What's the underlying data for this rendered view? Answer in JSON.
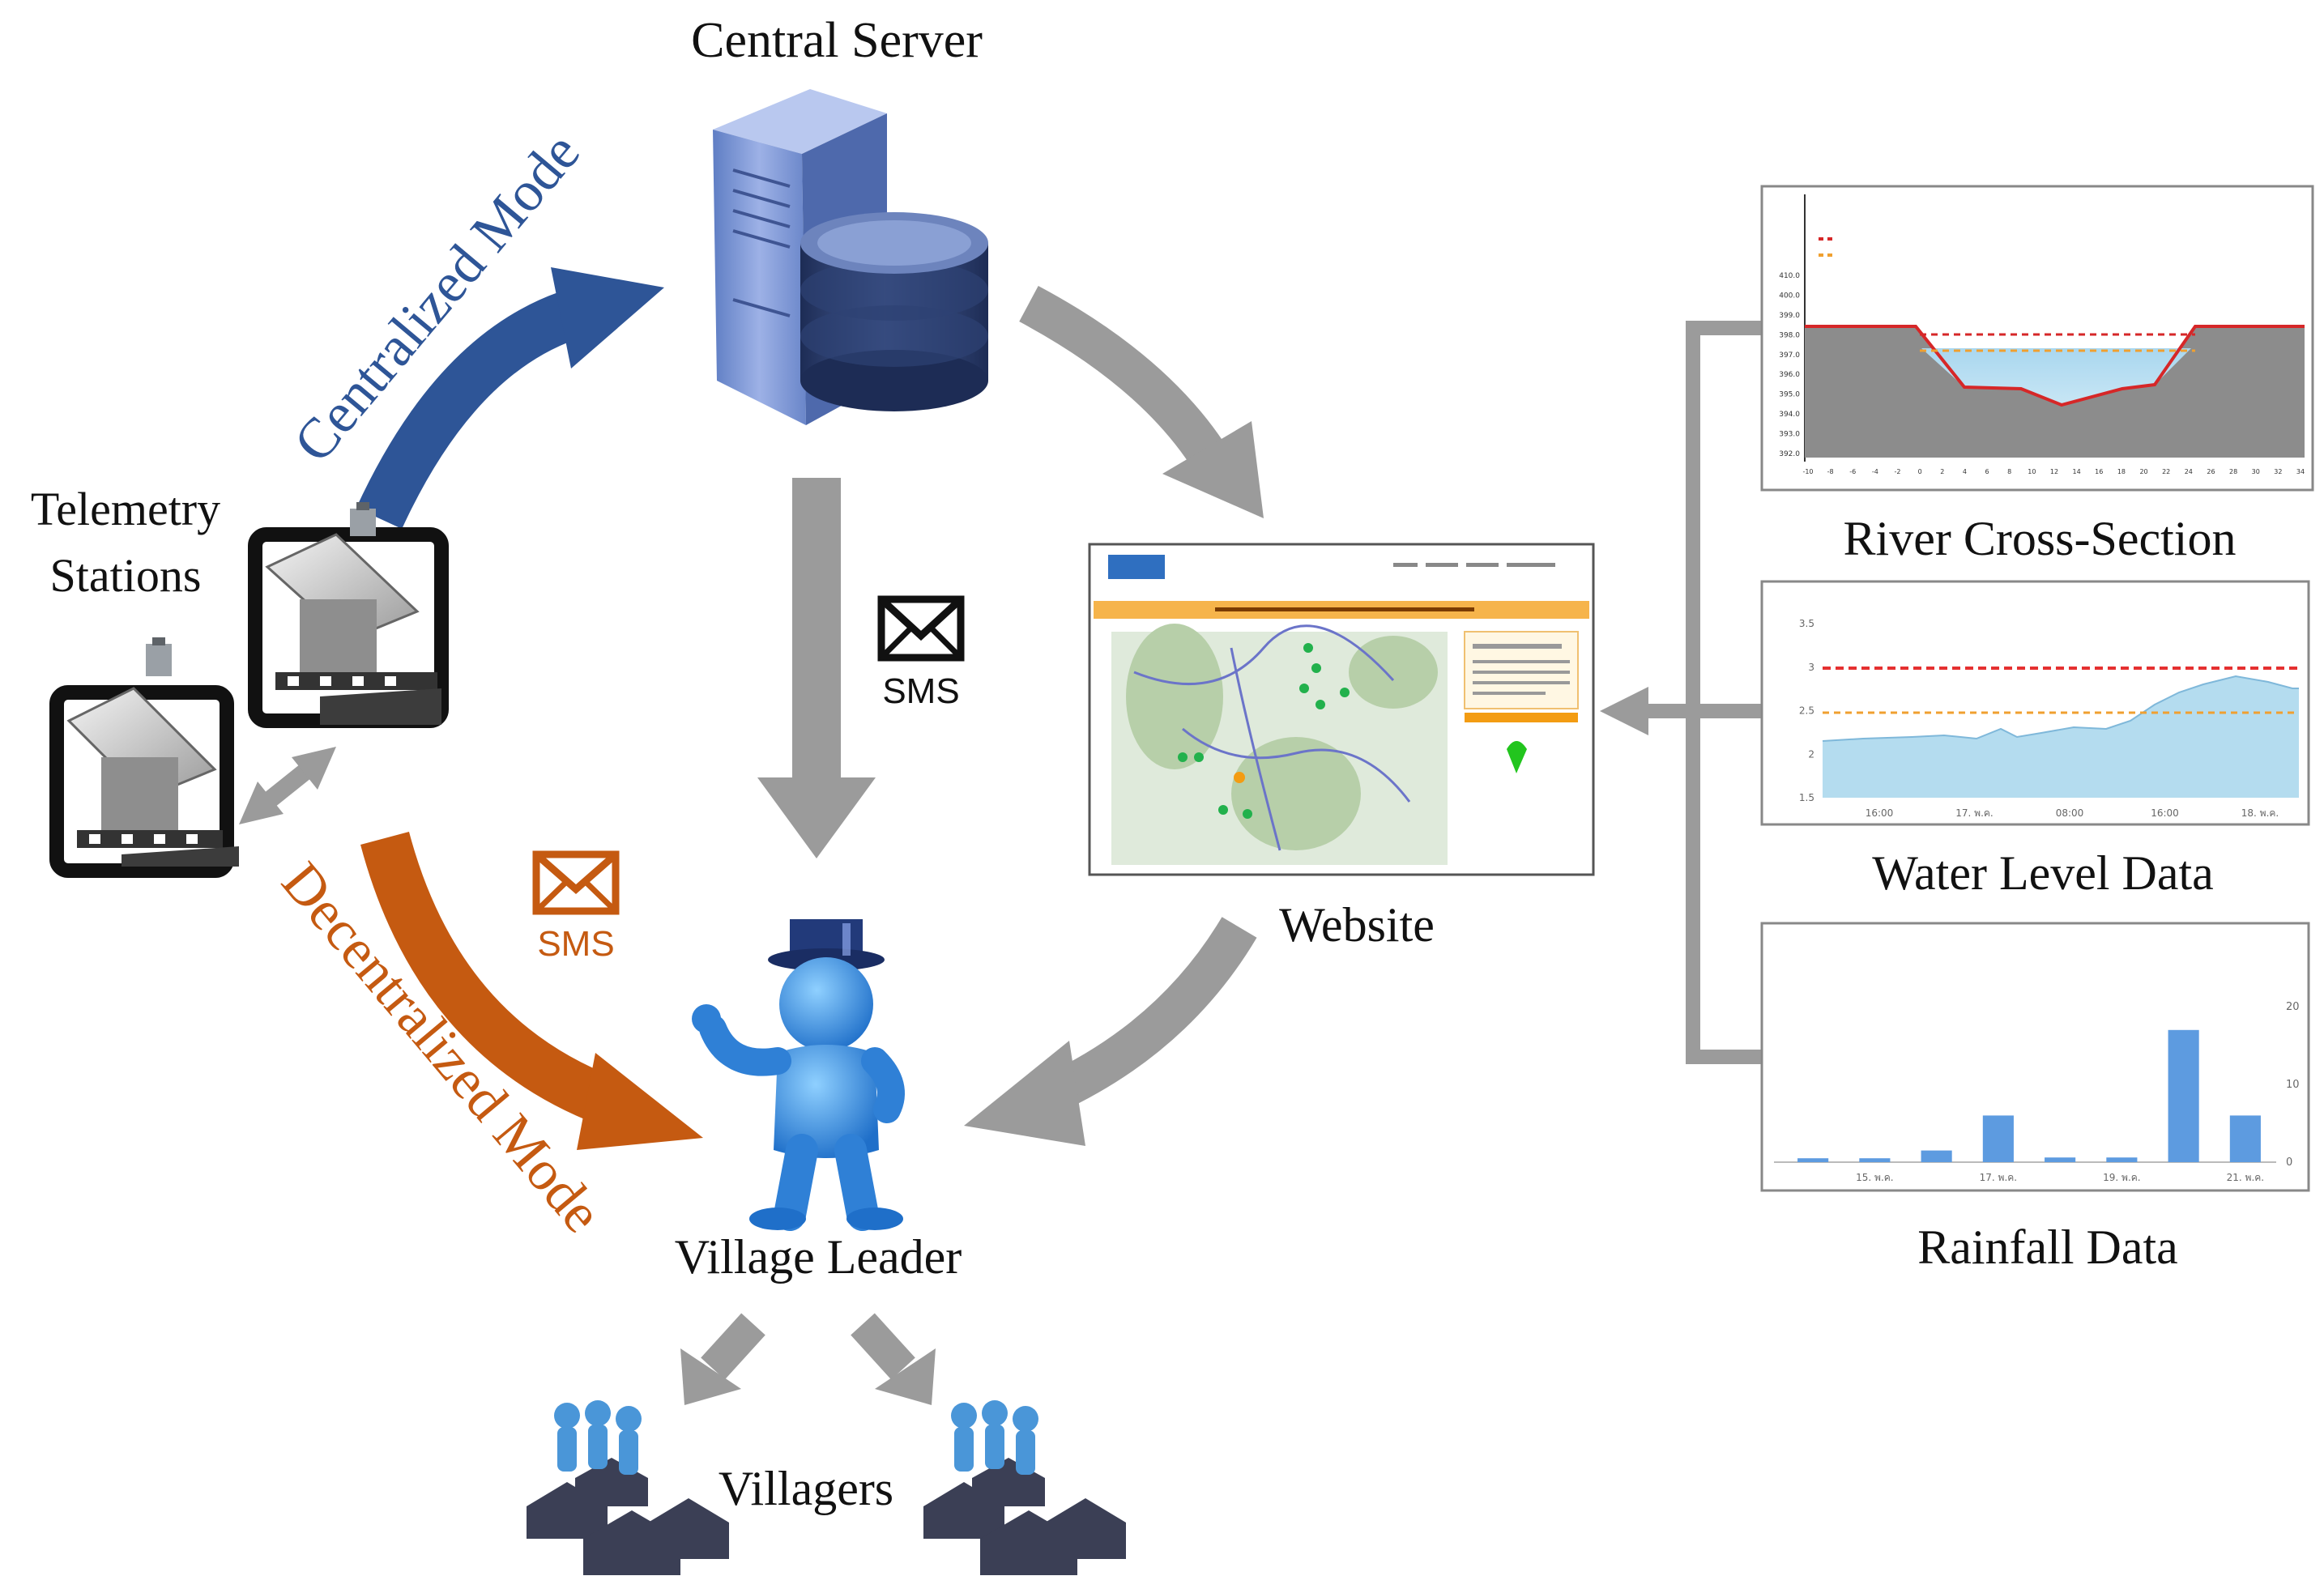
{
  "nodes": {
    "central_server": "Central Server",
    "telemetry_line1": "Telemetry",
    "telemetry_line2": "Stations",
    "website": "Website",
    "village_leader": "Village Leader",
    "villagers": "Villagers"
  },
  "modes": {
    "centralized": "Centralized Mode",
    "decentralized": "Decentralized Mode"
  },
  "messages": {
    "sms_central": "SMS",
    "sms_decentral": "SMS"
  },
  "panels": {
    "river_cross_section": "River Cross-Section",
    "water_level_data": "Water Level Data",
    "rainfall_data": "Rainfall Data"
  },
  "cross_section_chart": {
    "y_ticks": [
      "392.0",
      "393.0",
      "394.0",
      "395.0",
      "396.0",
      "397.0",
      "398.0",
      "399.0",
      "400.0",
      "410.0"
    ],
    "x_ticks": [
      "-10",
      "-8",
      "-6",
      "-4",
      "-2",
      "0",
      "2",
      "4",
      "6",
      "8",
      "10",
      "12",
      "14",
      "16",
      "18",
      "20",
      "22",
      "24",
      "26",
      "28",
      "30",
      "32",
      "34"
    ]
  },
  "water_level_chart": {
    "y_ticks": [
      "1.5",
      "2",
      "2.5",
      "3",
      "3.5"
    ],
    "x_ticks": [
      "16:00",
      "17. พ.ค.",
      "08:00",
      "16:00",
      "18. พ.ค."
    ]
  },
  "rainfall_chart": {
    "y_ticks": [
      "0",
      "10",
      "20"
    ],
    "x_ticks": [
      "15. พ.ค.",
      "17. พ.ค.",
      "19. พ.ค.",
      "21. พ.ค."
    ],
    "values": [
      0.5,
      0.5,
      1.5,
      6,
      0.6,
      0.6,
      17,
      6
    ]
  },
  "colors": {
    "centralized_blue": "#2e5597",
    "decentralized_orange": "#c55a11",
    "flow_gray": "#9b9b9b",
    "figure_blue": "#3f8fe0",
    "server_blue": "#7f97d3"
  }
}
